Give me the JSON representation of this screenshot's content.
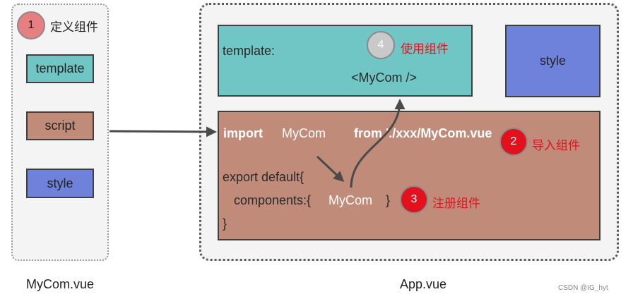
{
  "left_panel": {
    "step1": {
      "number": "1",
      "label": "定义组件"
    },
    "template_label": "template",
    "script_label": "script",
    "style_label": "style",
    "caption": "MyCom.vue"
  },
  "right_panel": {
    "caption": "App.vue",
    "template_label": "template:",
    "template_code": "<MyCom />",
    "step4": {
      "number": "4",
      "label": "使用组件"
    },
    "style_label": "style",
    "script": {
      "import_keyword": "import",
      "import_name": "MyCom",
      "from_clause": "from './xxx/MyCom.vue",
      "step2": {
        "number": "2",
        "label": "导入组件"
      },
      "export_line": "export default{",
      "components_key": "components:{",
      "components_value": "MyCom",
      "components_close": "}",
      "closing_brace": "}",
      "step3": {
        "number": "3",
        "label": "注册组件"
      }
    }
  },
  "watermark": "CSDN @IG_hyt",
  "colors": {
    "teal": "#70c6c5",
    "brown": "#c08b79",
    "blue": "#6e82dc",
    "red": "#e3101e",
    "pink_circle": "#e77f82",
    "gray_circle": "#c9c9c9"
  }
}
